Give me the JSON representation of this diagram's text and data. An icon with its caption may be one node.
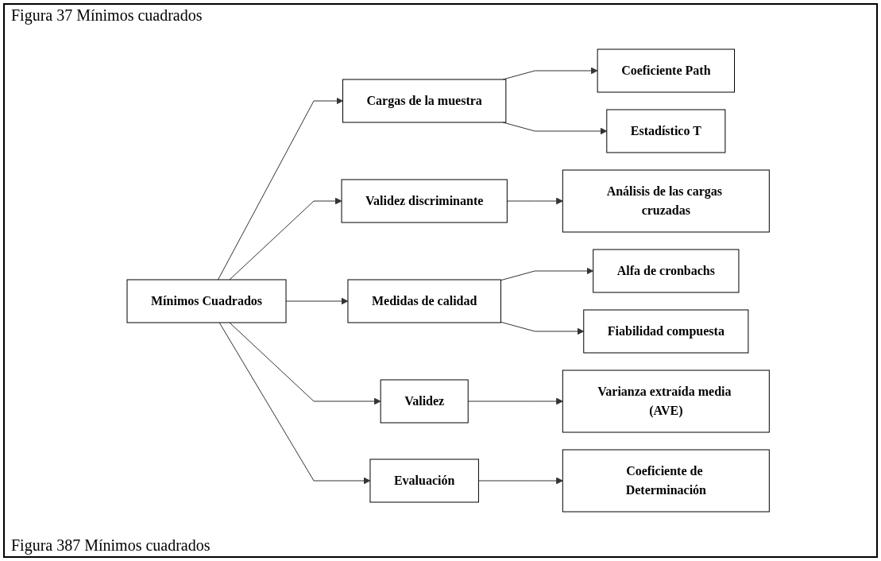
{
  "diagram": {
    "title": "Figura 37 Mínimos cuadrados",
    "caption": "Figura 387 Mínimos cuadrados",
    "nodes": [
      {
        "text": [
          "Mínimos Cuadrados"
        ]
      },
      {
        "text": [
          "Cargas de la muestra"
        ]
      },
      {
        "text": [
          "Coeficiente Path"
        ]
      },
      {
        "text": [
          "Estadístico T"
        ]
      },
      {
        "text": [
          "Validez discriminante"
        ]
      },
      {
        "text": [
          "Análisis de las cargas cruzadas"
        ]
      },
      {
        "text": [
          "Medidas de calidad"
        ]
      },
      {
        "text": [
          "Alfa de cronbachs"
        ]
      },
      {
        "text": [
          "Fiabilidad compuesta"
        ]
      },
      {
        "text": [
          "Validez"
        ]
      },
      {
        "text": [
          "Varianza extraída media (AVE)"
        ]
      },
      {
        "text": [
          "Evaluación"
        ]
      },
      {
        "text": [
          "Coeficiente de Determinación"
        ]
      }
    ],
    "edges": [
      {
        "from": 0,
        "to": 1,
        "arrow": "to"
      },
      {
        "from": 0,
        "to": 4,
        "arrow": "to"
      },
      {
        "from": 0,
        "to": 6,
        "arrow": "to"
      },
      {
        "from": 0,
        "to": 9,
        "arrow": "to"
      },
      {
        "from": 0,
        "to": 11,
        "arrow": "to"
      },
      {
        "from": 1,
        "to": 2,
        "arrow": "to"
      },
      {
        "from": 1,
        "to": 3,
        "arrow": "to"
      },
      {
        "from": 4,
        "to": 5,
        "arrow": "to"
      },
      {
        "from": 6,
        "to": 7,
        "arrow": "to"
      },
      {
        "from": 6,
        "to": 8,
        "arrow": "to"
      },
      {
        "from": 9,
        "to": 10,
        "arrow": "to"
      },
      {
        "from": 11,
        "to": 12,
        "arrow": "to"
      }
    ]
  }
}
